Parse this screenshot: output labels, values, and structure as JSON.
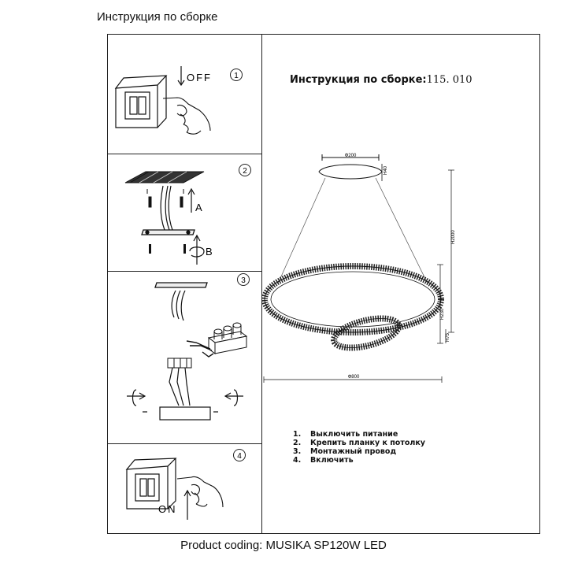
{
  "header": {
    "title": "Инструкция по сборке"
  },
  "right_panel": {
    "title": "Инструкция по сборке:",
    "model_code": "115. 010",
    "dimensions": {
      "canopy_diameter": "Ф200",
      "canopy_height": "H40",
      "total_height": "H2000",
      "ring_diameter": "Ф800",
      "drop_height": "H230",
      "ring_height": "H75"
    },
    "steps": [
      {
        "num": "1.",
        "text": "Выключить питание"
      },
      {
        "num": "2.",
        "text": "Крепить планку к потолку"
      },
      {
        "num": "3.",
        "text": "Монтажный провод"
      },
      {
        "num": "4.",
        "text": "Включить"
      }
    ]
  },
  "left_panels": {
    "step1": {
      "badge": "1",
      "switch_label": "OFF"
    },
    "step2": {
      "badge": "2",
      "marker_a": "A",
      "marker_b": "B"
    },
    "step3": {
      "badge": "3"
    },
    "step4": {
      "badge": "4",
      "switch_label": "ON"
    }
  },
  "footer": {
    "product_coding": "Product coding: MUSIKA SP120W LED"
  }
}
